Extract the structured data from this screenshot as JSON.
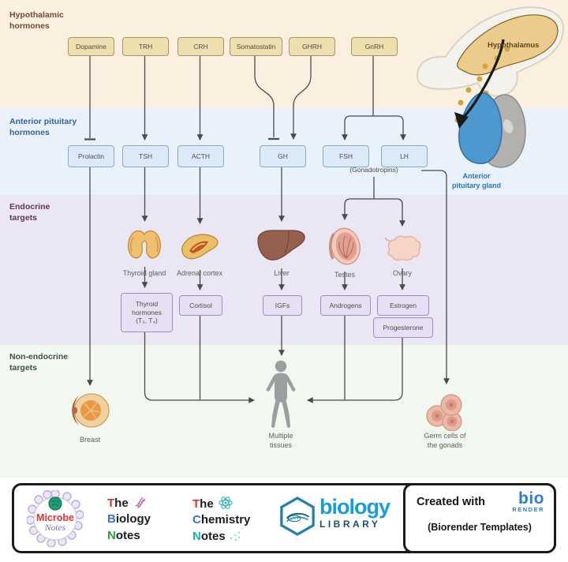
{
  "bands": {
    "hypothalamic": {
      "label": "Hypothalamic\nhormones",
      "bg": "#fbf0e0",
      "label_color": "#6d4b33"
    },
    "pituitary": {
      "label": "Anterior pituitary\nhormones",
      "bg": "#e9f1fb",
      "label_color": "#31639c"
    },
    "endocrine": {
      "label": "Endocrine\ntargets",
      "bg": "#ebe6f3",
      "label_color": "#5c3a55"
    },
    "non_endocrine": {
      "label": "Non-endocrine\ntargets",
      "bg": "#f2f8f0",
      "label_color": "#3f5146"
    }
  },
  "hormone_boxes": {
    "dopamine": "Dopamine",
    "trh": "TRH",
    "crh": "CRH",
    "somatostatin": "Somatostatin",
    "ghrh": "GHRH",
    "gnrh": "GnRH",
    "prolactin": "Prolactin",
    "tsh": "TSH",
    "acth": "ACTH",
    "gh": "GH",
    "fsh": "FSH",
    "lh": "LH",
    "gonadotropins_note": "(Gonadotropins)",
    "thyroid_hormones": "Thyroid\nhormones\n(T₃, T₄)",
    "cortisol": "Cortisol",
    "igfs": "IGFs",
    "androgens": "Androgens",
    "estrogen": "Estrogen",
    "progesterone": "Progesterone"
  },
  "organ_labels": {
    "thyroid": "Thyroid gland",
    "adrenal": "Adrenal cortex",
    "liver": "Liver",
    "testes": "Testes",
    "ovary": "Ovary",
    "breast": "Breast",
    "multiple_tissues": "Multiple\ntissues",
    "germ_cells": "Germ cells of\nthe gonads",
    "hypothalamus": "Hypothalamus",
    "anterior_pituitary": "Anterior\npituitary gland"
  },
  "box_colors": {
    "hypothalamic_fill": "#eedfae",
    "pituitary_fill": "#dceaf8",
    "endocrine_fill": "#e6e0f2",
    "connector": "#4a4a4a"
  },
  "footer": {
    "microbe": {
      "title": "Microbe",
      "subtitle": "Notes"
    },
    "biology_notes": {
      "the_i": "T",
      "the_r": "he",
      "name_i": "B",
      "name_r": "iology",
      "notes_i": "N",
      "notes_r": "otes"
    },
    "chemistry_notes": {
      "the_i": "T",
      "the_r": "he",
      "name_i": "C",
      "name_r": "hemistry",
      "notes_i": "N",
      "notes_r": "otes"
    },
    "library": {
      "top": "biology",
      "bottom": "LIBRARY"
    },
    "created_with": "Created with",
    "biorender": {
      "top": "bio",
      "bottom": "RENDER"
    },
    "templates": "(Biorender Templates)"
  }
}
